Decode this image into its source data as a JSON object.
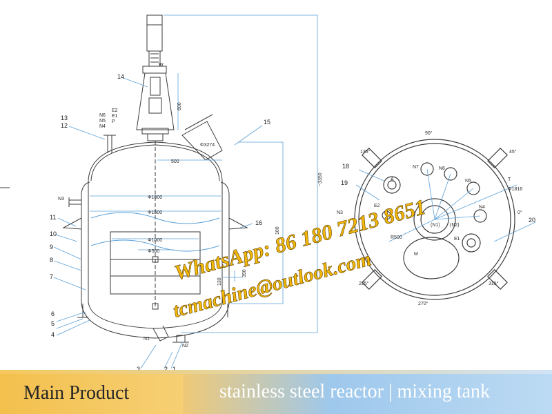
{
  "drawing": {
    "part_numbers_left": [
      "14",
      "13",
      "12",
      "11",
      "10",
      "9",
      "8",
      "7",
      "6",
      "5",
      "4"
    ],
    "part_numbers_right": [
      "15",
      "16"
    ],
    "part_numbers_bottom": [
      "3",
      "2",
      "1"
    ],
    "nozzle_labels_top": [
      "N6",
      "N5",
      "N4",
      "E2",
      "E1",
      "P"
    ],
    "motor_label": "W",
    "nozzle_n3": "N3",
    "nozzle_n1": "N1",
    "nozzle_n2": "N2",
    "dims": {
      "height_total": "~3350",
      "motor_height": "600",
      "offset_500": "500",
      "manway": "Φ3274",
      "dia_1600": "Φ1600",
      "dia_1500": "Φ1500",
      "dia_1000": "Φ1000",
      "dia_500": "Φ500",
      "dim_100": "100",
      "dim_130": "130",
      "dim_350": "350"
    },
    "plan_angles": [
      "90°",
      "45°",
      "0°",
      "315°",
      "270°",
      "225°",
      "135°"
    ],
    "plan_nozzles": [
      "N7",
      "N6",
      "N5",
      "N4",
      "A",
      "E2",
      "E1",
      "N3",
      "(N1)",
      "(N2)",
      "M"
    ],
    "plan_callouts": [
      "18",
      "19",
      "20"
    ],
    "plan_dims": [
      "Φ1816",
      "R500"
    ],
    "plan_t": "T"
  },
  "watermark": {
    "line1": "WhatsApp: 86 180 7213 8651",
    "line2": "tcmachine@outlook.com",
    "color": "#f2b705"
  },
  "banner": {
    "title": "Main Product",
    "subtitle": "stainless steel reactor | mixing tank"
  }
}
